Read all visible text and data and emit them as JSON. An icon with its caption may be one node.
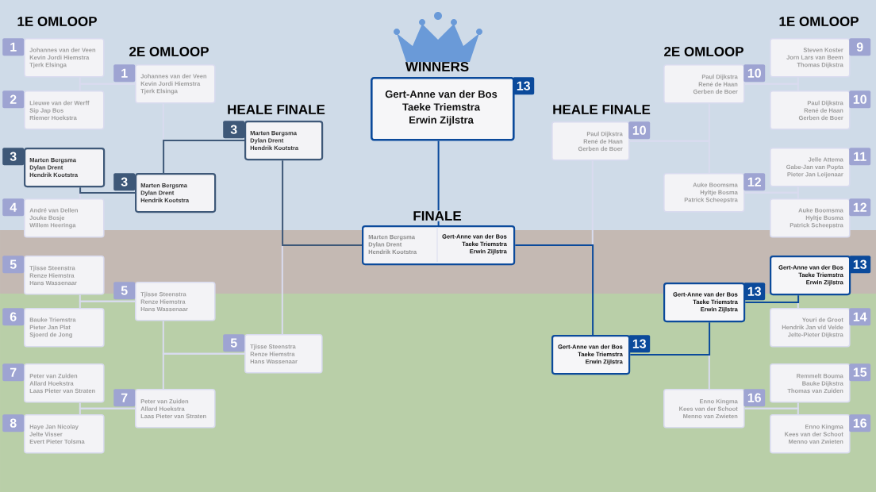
{
  "diagram": {
    "nodes": [
      {
        "text": [
          "1",
          "Johannes van der Veen",
          "Kevin Jordi Hiemstra",
          "Tjerk Elsinga"
        ]
      },
      {
        "text": [
          "2",
          "Lieuwe van der Werff",
          "Sip Jap Bos",
          "Riemer Hoekstra"
        ]
      },
      {
        "text": [
          "3",
          "Marten Bergsma",
          "Dylan Drent",
          "Hendrik Kootstra"
        ]
      },
      {
        "text": [
          "4",
          "André van Dellen",
          "Jouke Bosje",
          "Willem Heeringa"
        ]
      },
      {
        "text": [
          "5",
          "Tjisse Steenstra",
          "Renze Hiemstra",
          "Hans Wassenaar"
        ]
      },
      {
        "text": [
          "6",
          "Bauke Triemstra",
          "Pieter Jan Plat",
          "Sjoerd de Jong"
        ]
      },
      {
        "text": [
          "7",
          "Peter van Zuiden",
          "Allard Hoekstra",
          "Laas Pieter van Straten"
        ]
      },
      {
        "text": [
          "8",
          "Haye Jan Nicolay",
          "Jelte Visser",
          "Evert Pieter Tolsma"
        ]
      },
      {
        "text": [
          "1",
          "Johannes van der Veen",
          "Kevin Jordi Hiemstra",
          "Tjerk Elsinga"
        ]
      },
      {
        "text": [
          "3",
          "Marten Bergsma",
          "Dylan Drent",
          "Hendrik Kootstra"
        ]
      },
      {
        "text": [
          "5",
          "Tjisse Steenstra",
          "Renze Hiemstra",
          "Hans Wassenaar"
        ]
      },
      {
        "text": [
          "7",
          "Peter van Zuiden",
          "Allard Hoekstra",
          "Laas Pieter van Straten"
        ]
      },
      {
        "text": [
          "3",
          "Marten Bergsma",
          "Dylan Drent",
          "Hendrik Kootstra"
        ]
      },
      {
        "text": [
          "5",
          "Tjisse Steenstra",
          "Renze Hiemstra",
          "Hans Wassenaar"
        ]
      },
      {
        "text": [
          "13",
          "Gert-Anne van der Bos",
          "Taeke Triemstra",
          "Erwin Zijlstra"
        ],
        "beside": [
          "WINNERS"
        ]
      },
      {
        "beside": [
          "FINALE"
        ],
        "text": [
          "Marten Bergsma",
          "Dylan Drent",
          "Hendrik Kootstra",
          "Gert-Anne van der Bos",
          "Taeke Triemstra",
          "Erwin Zijlstra"
        ]
      },
      {
        "text": [
          "10",
          "Paul Dijkstra",
          "René de Haan",
          "Gerben de Boer"
        ]
      },
      {
        "text": [
          "13",
          "Gert-Anne van der Bos",
          "Taeke Triemstra",
          "Erwin Zijlstra"
        ]
      },
      {
        "text": [
          "10",
          "Paul Dijkstra",
          "René de Haan",
          "Gerben de Boer"
        ]
      },
      {
        "text": [
          "12",
          "Auke Boomsma",
          "Hyltje Bosma",
          "Patrick Scheepstra"
        ]
      },
      {
        "text": [
          "13",
          "Gert-Anne van der Bos",
          "Taeke Triemstra",
          "Erwin Zijlstra"
        ]
      },
      {
        "text": [
          "16",
          "Enno Kingma",
          "Kees van der Schoot",
          "Menno van Zwieten"
        ]
      },
      {
        "text": [
          "9",
          "Steven Koster",
          "Jorn Lars van Beem",
          "Thomas Dijkstra"
        ]
      },
      {
        "text": [
          "10",
          "Paul Dijkstra",
          "René de Haan",
          "Gerben de Boer"
        ]
      },
      {
        "text": [
          "11",
          "Jelle Attema",
          "Gabe-Jan van Popta",
          "Pieter Jan Leijenaar"
        ]
      },
      {
        "text": [
          "12",
          "Auke Boomsma",
          "Hyltje Bosma",
          "Patrick Scheepstra"
        ]
      },
      {
        "text": [
          "13",
          "Gert-Anne van der Bos",
          "Taeke Triemstra",
          "Erwin Zijlstra"
        ]
      },
      {
        "text": [
          "14",
          "Youri de Groot",
          "Hendrik Jan v/d Velde",
          "Jelte-Pieter Dijkstra"
        ]
      },
      {
        "text": [
          "15",
          "Remmelt Bouma",
          "Bauke Dijkstra",
          "Thomas van Zuiden"
        ]
      },
      {
        "text": [
          "16",
          "Enno Kingma",
          "Kees van der Schoot",
          "Menno van Zwieten"
        ]
      }
    ],
    "edges": [
      {
        "from": 0,
        "to": 8,
        "arrow": "none"
      },
      {
        "from": 1,
        "to": 8,
        "arrow": "none"
      },
      {
        "from": 2,
        "to": 9,
        "arrow": "none",
        "color": "#3e5878"
      },
      {
        "from": 3,
        "to": 9,
        "arrow": "none"
      },
      {
        "from": 4,
        "to": 10,
        "arrow": "none"
      },
      {
        "from": 5,
        "to": 10,
        "arrow": "none"
      },
      {
        "from": 6,
        "to": 11,
        "arrow": "none"
      },
      {
        "from": 7,
        "to": 11,
        "arrow": "none"
      },
      {
        "from": 8,
        "to": 12,
        "arrow": "none"
      },
      {
        "from": 9,
        "to": 12,
        "arrow": "none",
        "color": "#3e5878"
      },
      {
        "from": 10,
        "to": 13,
        "arrow": "none"
      },
      {
        "from": 11,
        "to": 13,
        "arrow": "none"
      },
      {
        "from": 12,
        "to": 15,
        "arrow": "none",
        "color": "#3e5878"
      },
      {
        "from": 13,
        "to": 15,
        "arrow": "none"
      },
      {
        "from": 15,
        "to": 14,
        "arrow": "none",
        "color": "#0b4a9b"
      },
      {
        "from": 16,
        "to": 15,
        "arrow": "none"
      },
      {
        "from": 17,
        "to": 15,
        "arrow": "none",
        "color": "#0b4a9b"
      },
      {
        "from": 18,
        "to": 16,
        "arrow": "none"
      },
      {
        "from": 19,
        "to": 16,
        "arrow": "none"
      },
      {
        "from": 20,
        "to": 17,
        "arrow": "none",
        "color": "#0b4a9b"
      },
      {
        "from": 21,
        "to": 17,
        "arrow": "none"
      },
      {
        "from": 22,
        "to": 18,
        "arrow": "none"
      },
      {
        "from": 23,
        "to": 18,
        "arrow": "none"
      },
      {
        "from": 24,
        "to": 19,
        "arrow": "none"
      },
      {
        "from": 25,
        "to": 19,
        "arrow": "none"
      },
      {
        "from": 26,
        "to": 20,
        "arrow": "none",
        "color": "#0b4a9b"
      },
      {
        "from": 27,
        "to": 20,
        "arrow": "none"
      },
      {
        "from": 28,
        "to": 21,
        "arrow": "none"
      },
      {
        "from": 29,
        "to": 21,
        "arrow": "none"
      }
    ],
    "labels": [
      "1E OMLOOP",
      "2E OMLOOP",
      "HEALE FINALE",
      "HEALE FINALE",
      "2E OMLOOP",
      "1E OMLOOP"
    ]
  }
}
